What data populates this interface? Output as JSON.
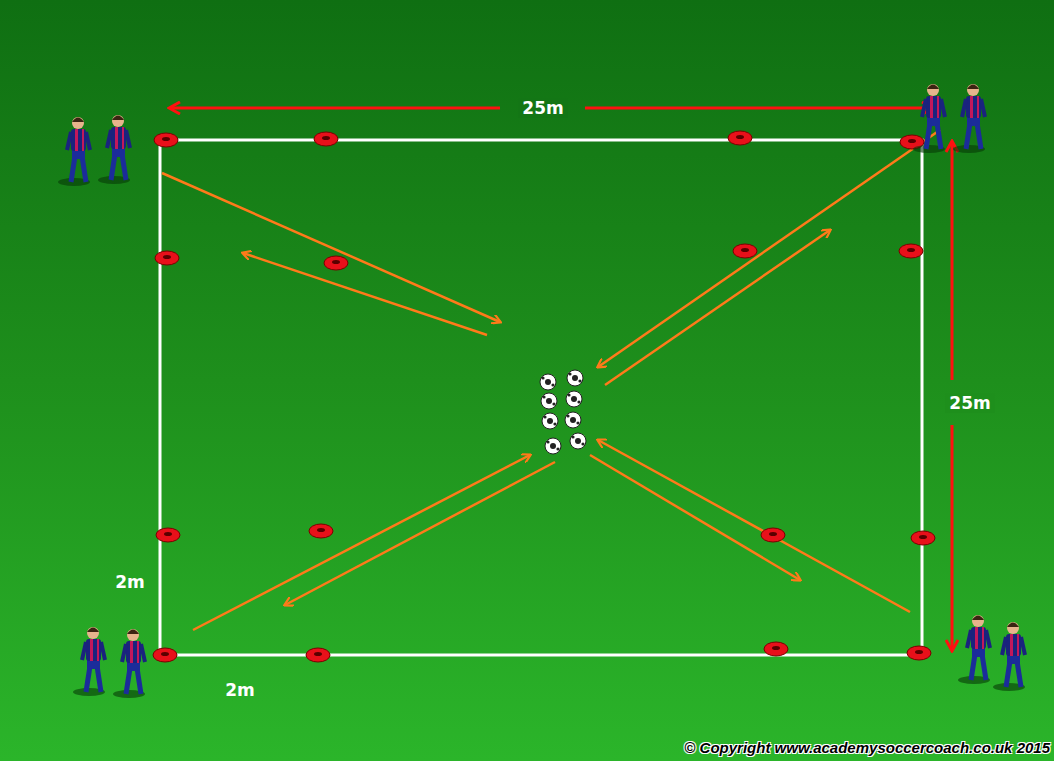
{
  "diagram": {
    "labels": [
      "25m",
      "25m",
      "2m",
      "2m",
      "© Copyright www.academysoccercoach.co.uk 2015"
    ]
  }
}
